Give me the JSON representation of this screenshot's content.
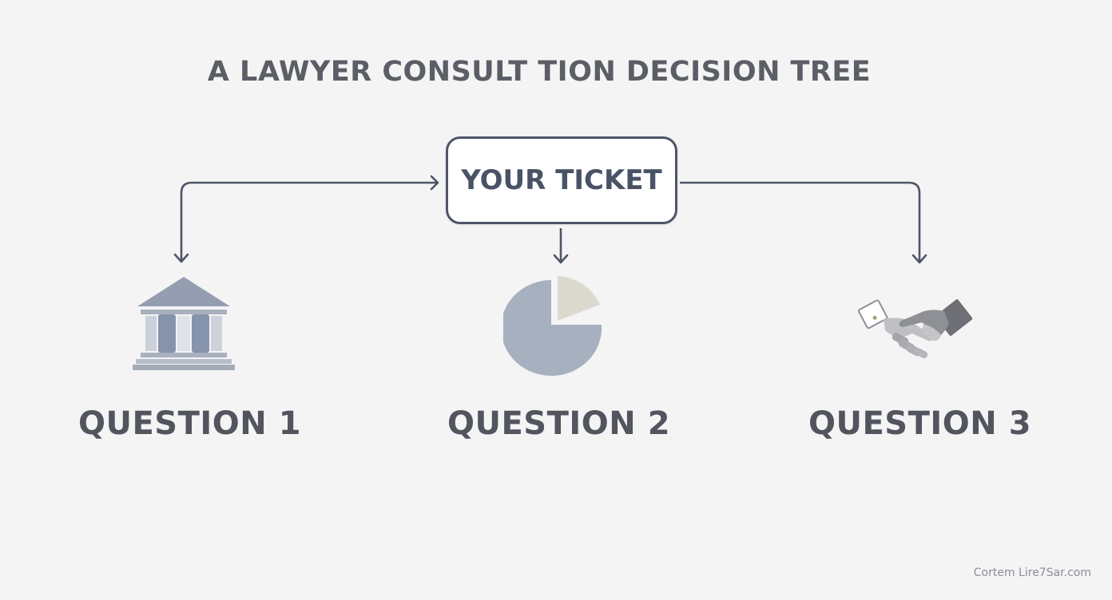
{
  "title": "A LAWYER CONSULT TION DECISION TREE",
  "root": {
    "label": "YOUR TICKET"
  },
  "branches": [
    {
      "label": "QUESTION 1",
      "icon": "courthouse-icon"
    },
    {
      "label": "QUESTION 2",
      "icon": "pie-chart-icon"
    },
    {
      "label": "QUESTION 3",
      "icon": "handshake-icon"
    }
  ],
  "watermark": "Cortem Lire7Sar.com",
  "colors": {
    "background": "#f4f4f5",
    "line": "#4f5566",
    "text": "#52555e",
    "icon_blue": "#8e9bb3",
    "icon_grey": "#a9b0be",
    "pie_slice": "#dcd9cf"
  }
}
